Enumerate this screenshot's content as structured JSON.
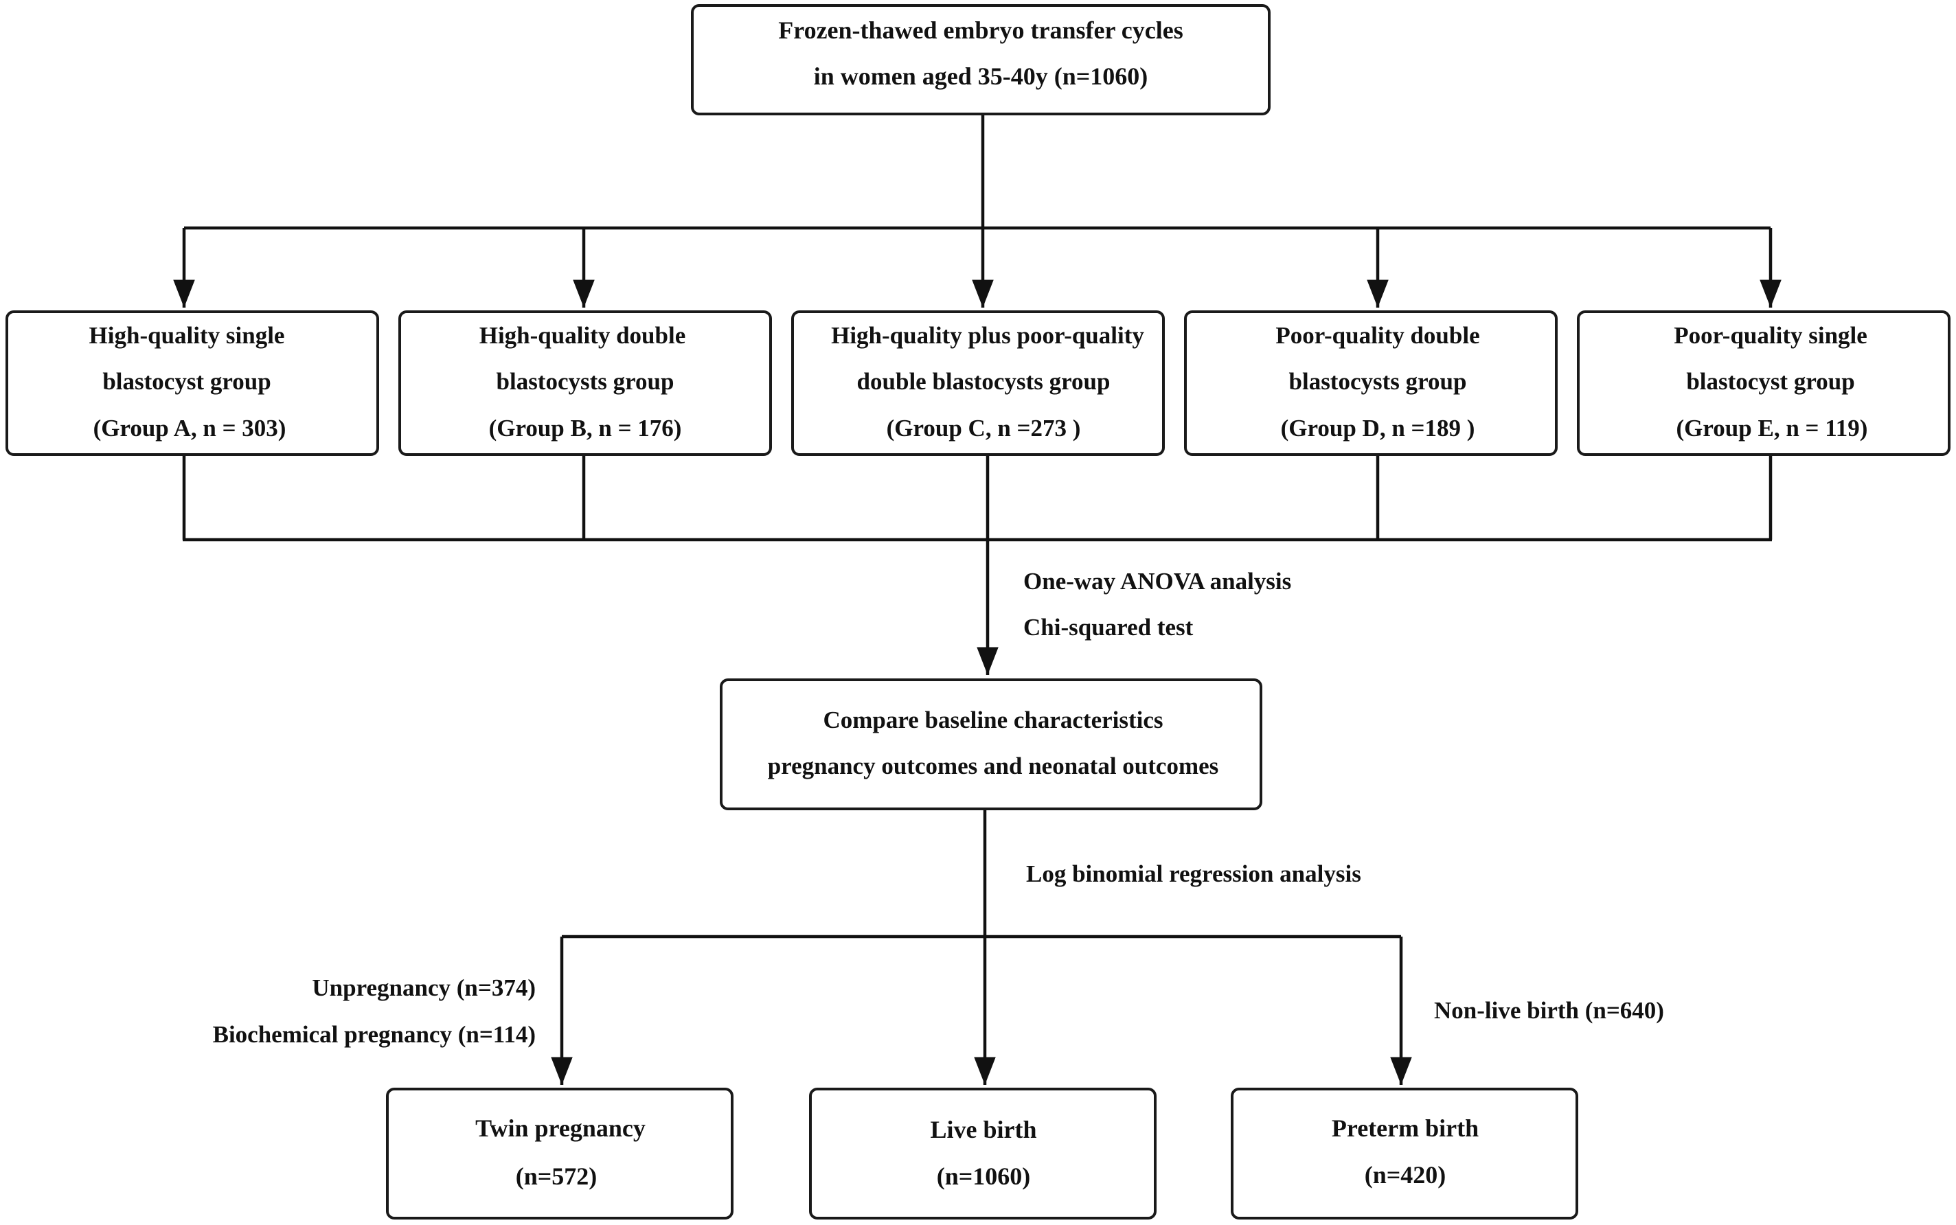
{
  "top": {
    "line1": "Frozen-thawed embryo transfer cycles",
    "line2": "in women aged 35-40y (n=1060)"
  },
  "groups": [
    {
      "line1": "High-quality single",
      "line2": "blastocyst group",
      "line3": "(Group A, n = 303)"
    },
    {
      "line1": "High-quality double",
      "line2": "blastocysts group",
      "line3": "(Group B, n = 176)"
    },
    {
      "line1": "High-quality plus poor-quality",
      "line2": "double blastocysts group",
      "line3": "(Group C, n =273 )"
    },
    {
      "line1": "Poor-quality double",
      "line2": "blastocysts group",
      "line3": "(Group D, n =189 )"
    },
    {
      "line1": "Poor-quality single",
      "line2": "blastocyst group",
      "line3": "(Group E, n = 119)"
    }
  ],
  "methods": {
    "line1": "One-way ANOVA analysis",
    "line2": "Chi-squared test"
  },
  "compare": {
    "line1": "Compare baseline characteristics",
    "line2": "pregnancy outcomes and neonatal outcomes"
  },
  "regression": "Log binomial regression analysis",
  "exclusions_left": {
    "line1": "Unpregnancy (n=374)",
    "line2": "Biochemical pregnancy (n=114)"
  },
  "exclusion_right": "Non-live birth (n=640)",
  "outcomes": [
    {
      "line1": "Twin pregnancy",
      "line2": "(n=572)"
    },
    {
      "line1": "Live birth",
      "line2": "(n=1060)"
    },
    {
      "line1": "Preterm birth",
      "line2": "(n=420)"
    }
  ],
  "colors": {
    "stroke": "#111111",
    "background": "#ffffff"
  }
}
